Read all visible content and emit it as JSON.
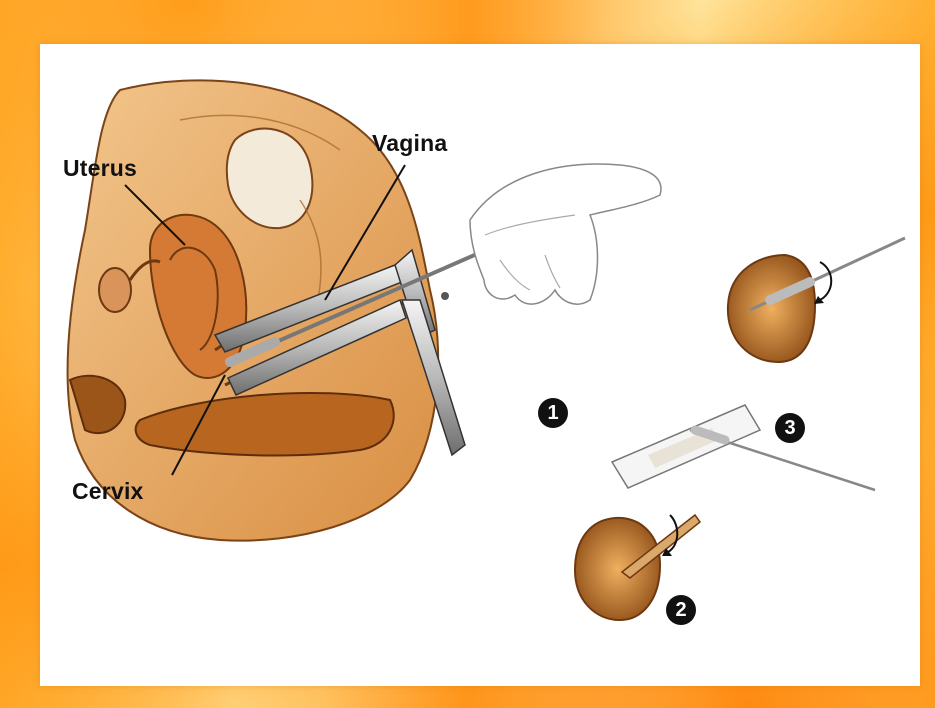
{
  "labels": {
    "uterus": "Uterus",
    "vagina": "Vagina",
    "cervix": "Cervix"
  },
  "steps": [
    "1",
    "2",
    "3"
  ],
  "colors": {
    "frame_accent": "#ff9a18",
    "tissue": "#e6a45c",
    "tissue_dark": "#8a4a14",
    "ink": "#111111"
  },
  "icons": {
    "speculum": "speculum-illustration",
    "hand": "hand-illustration",
    "brush": "cervical-brush-illustration",
    "slide": "microscope-slide-illustration"
  }
}
